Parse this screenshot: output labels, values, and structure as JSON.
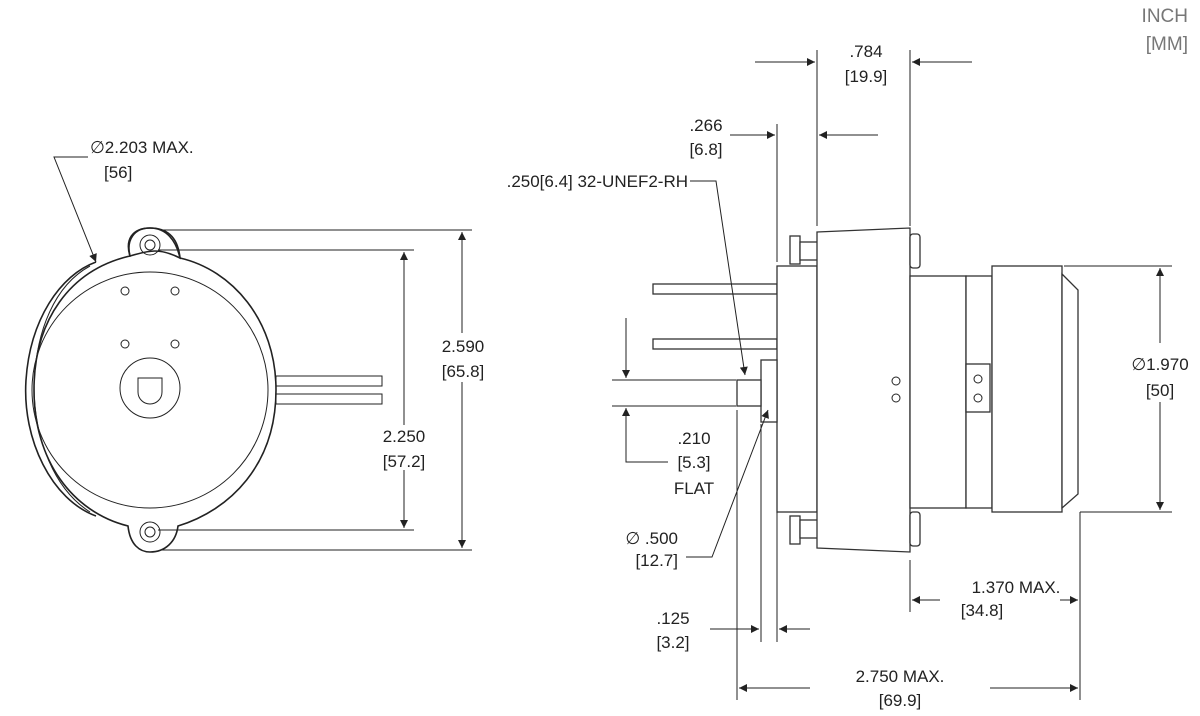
{
  "units": {
    "primary": "INCH",
    "secondary": "[MM]"
  },
  "dimensions": {
    "body_diameter": {
      "inch": "∅2.203 MAX.",
      "mm": "[56]"
    },
    "mount_height": {
      "inch": "2.590",
      "mm": "[65.8]"
    },
    "hole_spacing": {
      "inch": "2.250",
      "mm": "[57.2]"
    },
    "flange_depth": {
      "inch": ".784",
      "mm": "[19.9]"
    },
    "pilot_depth": {
      "inch": ".266",
      "mm": "[6.8]"
    },
    "thread_spec": {
      "text": ".250[6.4] 32-UNEF2-RH"
    },
    "flat": {
      "inch": ".210",
      "mm": "[5.3]",
      "note": "FLAT"
    },
    "shaft_diameter": {
      "inch": "∅ .500",
      "mm": "[12.7]"
    },
    "can_diameter": {
      "inch": "∅1.970",
      "mm": "[50]"
    },
    "can_length": {
      "inch": "1.370 MAX.",
      "mm": "[34.8]"
    },
    "shaft_length": {
      "inch": ".125",
      "mm": "[3.2]"
    },
    "overall_length": {
      "inch": "2.750 MAX.",
      "mm": "[69.9]"
    }
  }
}
